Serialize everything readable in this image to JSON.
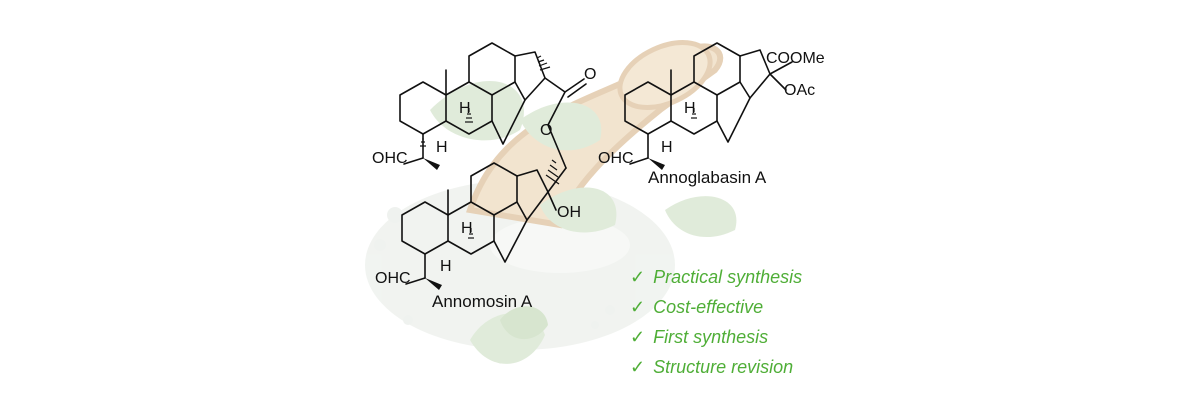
{
  "compounds": {
    "dimer_name": "Annomosin A",
    "monomer_name": "Annoglabasin A"
  },
  "atom_labels": {
    "h": "H",
    "ohc": "OHC",
    "oh": "OH",
    "o": "O",
    "cooMe": "COOMe",
    "oac": "OAc"
  },
  "claims": [
    {
      "check": "✓",
      "text": "Practical synthesis"
    },
    {
      "check": "✓",
      "text": "Cost-effective"
    },
    {
      "check": "✓",
      "text": "First synthesis"
    },
    {
      "check": "✓",
      "text": "Structure revision"
    }
  ],
  "colors": {
    "claim_green": "#4fae37",
    "bond": "#111111",
    "spoon": "#d9b88a",
    "leaf": "#a9c79a",
    "bowl_bg": "#e9eee8"
  }
}
